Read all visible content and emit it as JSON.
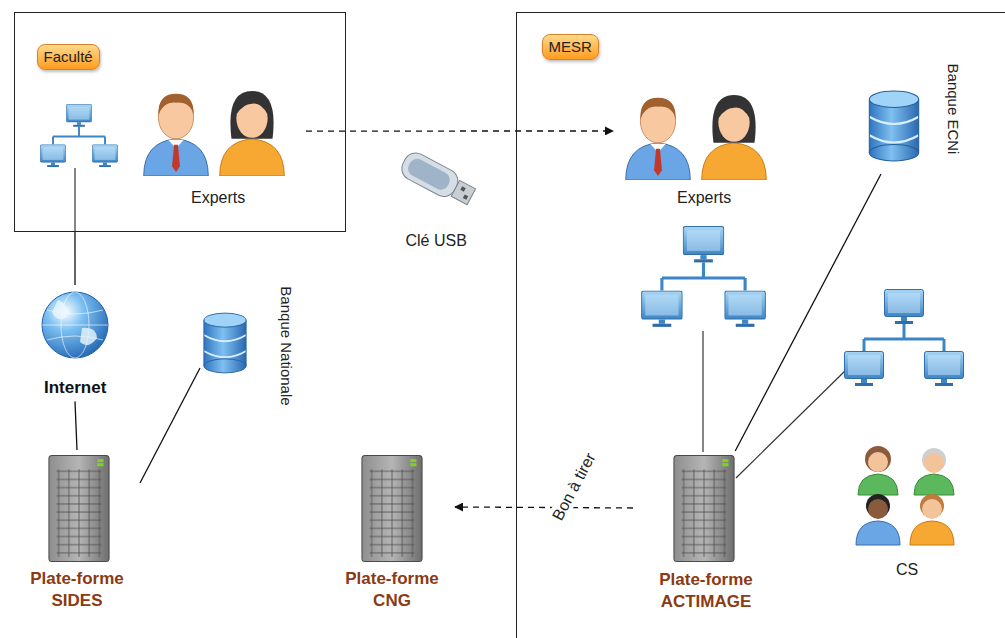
{
  "diagram": {
    "nodes": [
      {
        "text": [
          "Faculté"
        ]
      },
      {
        "text": [
          "Experts"
        ],
        "in": 0
      },
      {
        "text": [
          "MESR"
        ]
      },
      {
        "text": [
          "Experts"
        ],
        "in": 2
      },
      {
        "text": [
          "Banque ECNi"
        ],
        "in": 2
      },
      {
        "text": [
          "Internet"
        ]
      },
      {
        "text": [
          "Banque Nationale"
        ]
      },
      {
        "text": [
          "Plate-forme ACTIMAGE"
        ],
        "in": 2
      },
      {
        "text": [
          "CS"
        ],
        "in": 2
      },
      {
        "text": [
          "Plate-forme SIDES"
        ]
      },
      {
        "text": [
          "Plate-forme CNG"
        ]
      }
    ],
    "edges": [
      {
        "from": 1,
        "to": 3,
        "arrow": "to",
        "label": "Clé USB"
      },
      {
        "from": 0,
        "to": 5,
        "arrow": "none"
      },
      {
        "from": 5,
        "to": 9,
        "arrow": "none"
      },
      {
        "from": 6,
        "to": 9,
        "arrow": "none"
      },
      {
        "from": 4,
        "to": 7,
        "arrow": "none"
      },
      {
        "from": 7,
        "to": 10,
        "arrow": "to",
        "label": "Bon à tirer"
      }
    ]
  }
}
